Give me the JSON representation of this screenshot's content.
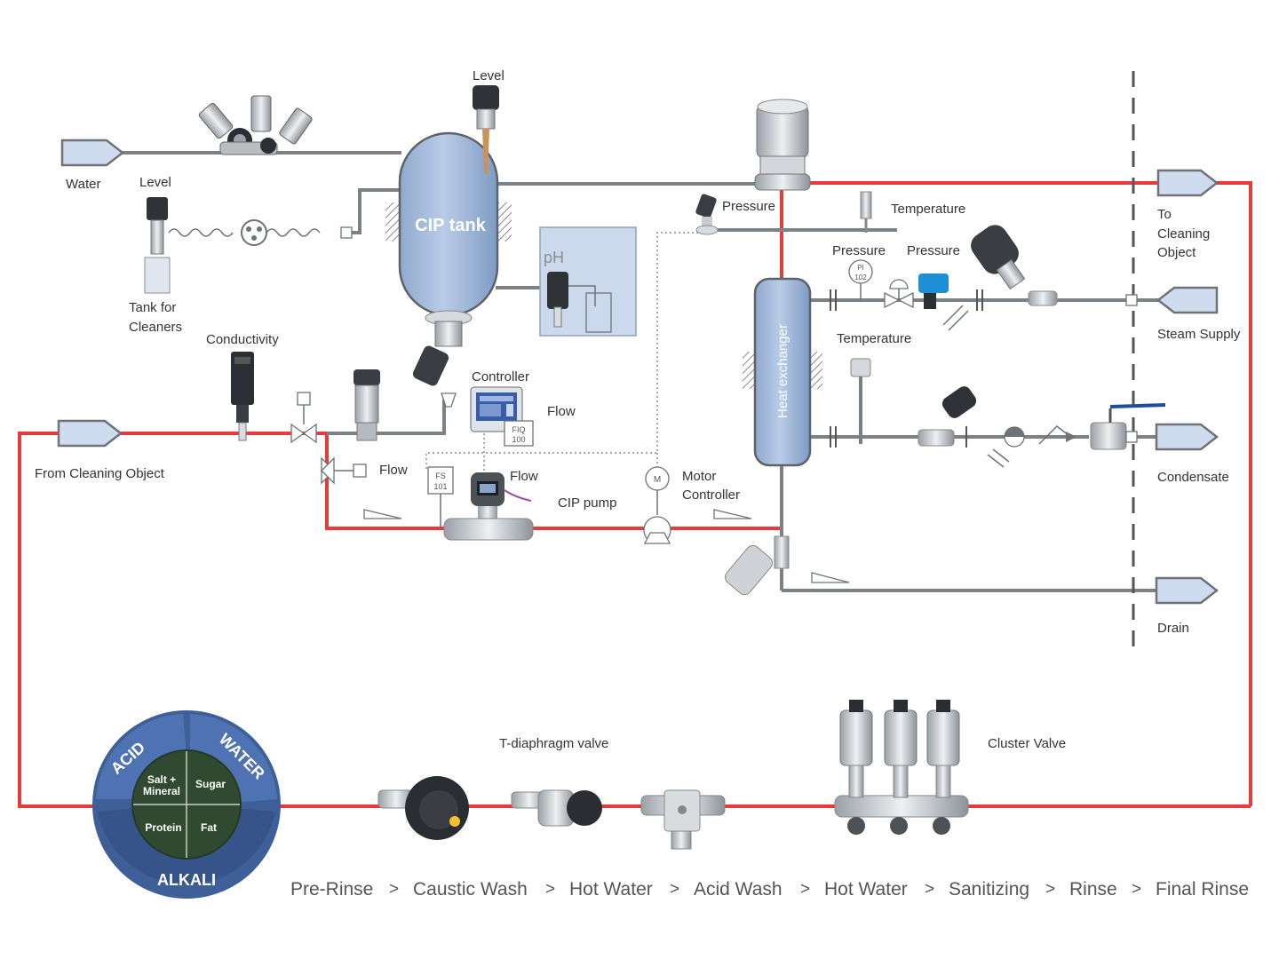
{
  "tank": {
    "label": "CIP tank"
  },
  "heat_exchanger": {
    "label": "Heat exchanger"
  },
  "labels": {
    "water": "Water",
    "level_top": "Level",
    "level_left": "Level",
    "tank_for_cleaners": [
      "Tank for",
      "Cleaners"
    ],
    "conductivity": "Conductivity",
    "from_cleaning_object": "From Cleaning Object",
    "flow_valve": "Flow",
    "controller": "Controller",
    "flow_controller": "Flow",
    "flow_pump": "Flow",
    "cip_pump": "CIP pump",
    "motor_controller": [
      "Motor",
      "Controller"
    ],
    "ph": "pH",
    "pressure_top": "Pressure",
    "temperature_top": "Temperature",
    "pressure_left": "Pressure",
    "pressure_right": "Pressure",
    "temperature_mid": "Temperature",
    "to_cleaning_object": [
      "To",
      "Cleaning",
      "Object"
    ],
    "steam_supply": "Steam Supply",
    "condensate": "Condensate",
    "drain": "Drain",
    "t_diaphragm_valve": "T-diaphragm valve",
    "cluster_valve": "Cluster Valve"
  },
  "instrument_tags": {
    "pi": [
      "PI",
      "102"
    ],
    "fiq": [
      "FIQ",
      "100"
    ],
    "fs": [
      "FS",
      "101"
    ],
    "motor": "M"
  },
  "wheel": {
    "outer": {
      "acid": "ACID",
      "water": "WATER",
      "alkali": "ALKALI"
    },
    "quadrants": {
      "salt_mineral": [
        "Salt +",
        "Mineral"
      ],
      "sugar": "Sugar",
      "protein": "Protein",
      "fat": "Fat"
    }
  },
  "sequence": {
    "steps": [
      "Pre-Rinse",
      "Caustic Wash",
      "Hot Water",
      "Acid Wash",
      "Hot Water",
      "Sanitizing",
      "Rinse",
      "Final Rinse"
    ],
    "separator": ">"
  },
  "colors": {
    "red_pipe": "#e83a3a",
    "grey_pipe": "#7b8185",
    "connector_fill": "#cfdcf0",
    "tank_fill": "#9db6d8",
    "wheel_blue": "#3e5f98"
  }
}
